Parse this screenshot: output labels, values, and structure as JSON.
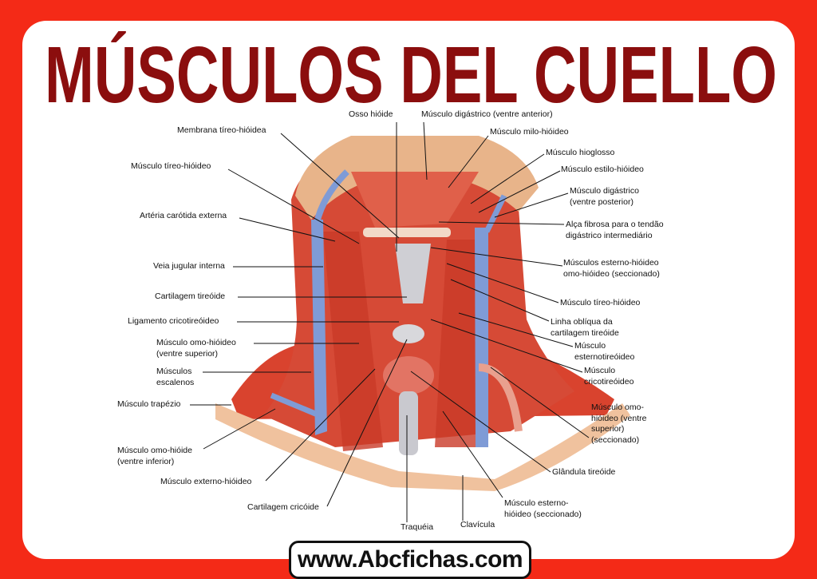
{
  "title": "MÚSCULOS DEL CUELLO",
  "footer": "www.Abcfichas.com",
  "colors": {
    "background": "#f42a17",
    "title": "#8b0e0e",
    "muscle": "#d9432e",
    "vein": "#7f9bd6",
    "bone": "#e8b48a",
    "cartilage": "#cfcfd4"
  },
  "labels": {
    "osso_hioide": "Osso hióide",
    "digastrico_anterior": "Músculo digástrico (ventre anterior)",
    "milo_hioideo": "Músculo milo-hióideo",
    "hioglosso": "Músculo hioglosso",
    "estilo_hioideo": "Músculo estilo-hióideo",
    "digastrico_posterior": [
      "Músculo digástrico",
      "(ventre posterior)"
    ],
    "alca_fibrosa": [
      "Alça fibrosa para o tendão",
      "digástrico intermediário"
    ],
    "esterno_omo": [
      "Músculos esterno-hióideo",
      "omo-hióideo (seccionado)"
    ],
    "tireo_hioideo_right": "Músculo tíreo-hióideo",
    "linha_obliqua": [
      "Linha oblíqua da",
      "cartilagem tireóide"
    ],
    "esternotireoideo": [
      "Músculo",
      "esternotireóideo"
    ],
    "cricotireoideo": [
      "Músculo",
      "cricotireóideo"
    ],
    "omo_superior_seccionado": [
      "Músculo omo-",
      "hióideo (ventre",
      "superior)",
      "(seccionado)"
    ],
    "glandula_tireoide": "Glândula tireóide",
    "esterno_hioideo_seccionado": [
      "Músculo esterno-",
      "hióideo (seccionado)"
    ],
    "clavicula": "Clavícula",
    "traqueia": "Traquéia",
    "membrana_tireo_hioidea": "Membrana tíreo-hióidea",
    "tireo_hioideo_left": "Músculo tíreo-hióideo",
    "carotida_externa": "Artéria carótida externa",
    "jugular_interna": "Veia jugular interna",
    "cartilagem_tireoide": "Cartilagem tireóide",
    "ligamento_cricotireoideo": "Ligamento cricotireóideo",
    "omo_superior": [
      "Músculo omo-hióideo",
      "(ventre superior)"
    ],
    "escalenos": [
      "Músculos",
      "escalenos"
    ],
    "trapezio": "Músculo trapézio",
    "omo_inferior": [
      "Músculo omo-hióide",
      "(ventre inferior)"
    ],
    "externo_hioideo": "Músculo externo-hióideo",
    "cartilagem_cricoide": "Cartilagem cricóide"
  }
}
